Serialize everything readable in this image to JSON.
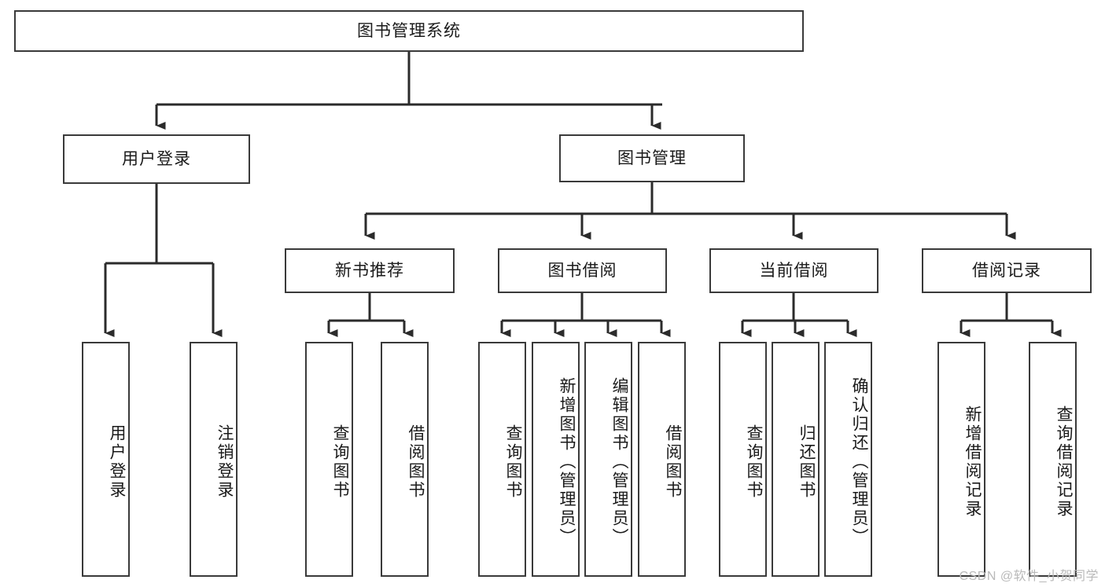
{
  "diagram": {
    "type": "tree-hierarchy-chart",
    "title": "图书管理系统",
    "watermark": "CSDN @软件_小贺同学",
    "colors": {
      "box_border": "#3a3a3a",
      "box_fill": "#ffffff",
      "edge": "#2b2b2b",
      "text": "#1a1a1a",
      "watermark": "#b9b9b9",
      "background": "#ffffff"
    },
    "root": {
      "label": "图书管理系统"
    },
    "level2": [
      {
        "label": "用户登录"
      },
      {
        "label": "图书管理"
      }
    ],
    "level3": [
      {
        "label": "新书推荐"
      },
      {
        "label": "图书借阅"
      },
      {
        "label": "当前借阅"
      },
      {
        "label": "借阅记录"
      }
    ],
    "leaves": {
      "user_login": [
        {
          "label": "用户登录"
        },
        {
          "label": "注销登录"
        }
      ],
      "new_book_recommend": [
        {
          "label": "查询图书"
        },
        {
          "label": "借阅图书"
        }
      ],
      "book_borrow": [
        {
          "label": "查询图书"
        },
        {
          "label": "新增图书（管理员）"
        },
        {
          "label": "编辑图书（管理员）"
        },
        {
          "label": "借阅图书"
        }
      ],
      "current_borrow": [
        {
          "label": "查询图书"
        },
        {
          "label": "归还图书"
        },
        {
          "label": "确认归还（管理员）"
        }
      ],
      "borrow_record": [
        {
          "label": "新增借阅记录"
        },
        {
          "label": "查询借阅记录"
        }
      ]
    }
  }
}
